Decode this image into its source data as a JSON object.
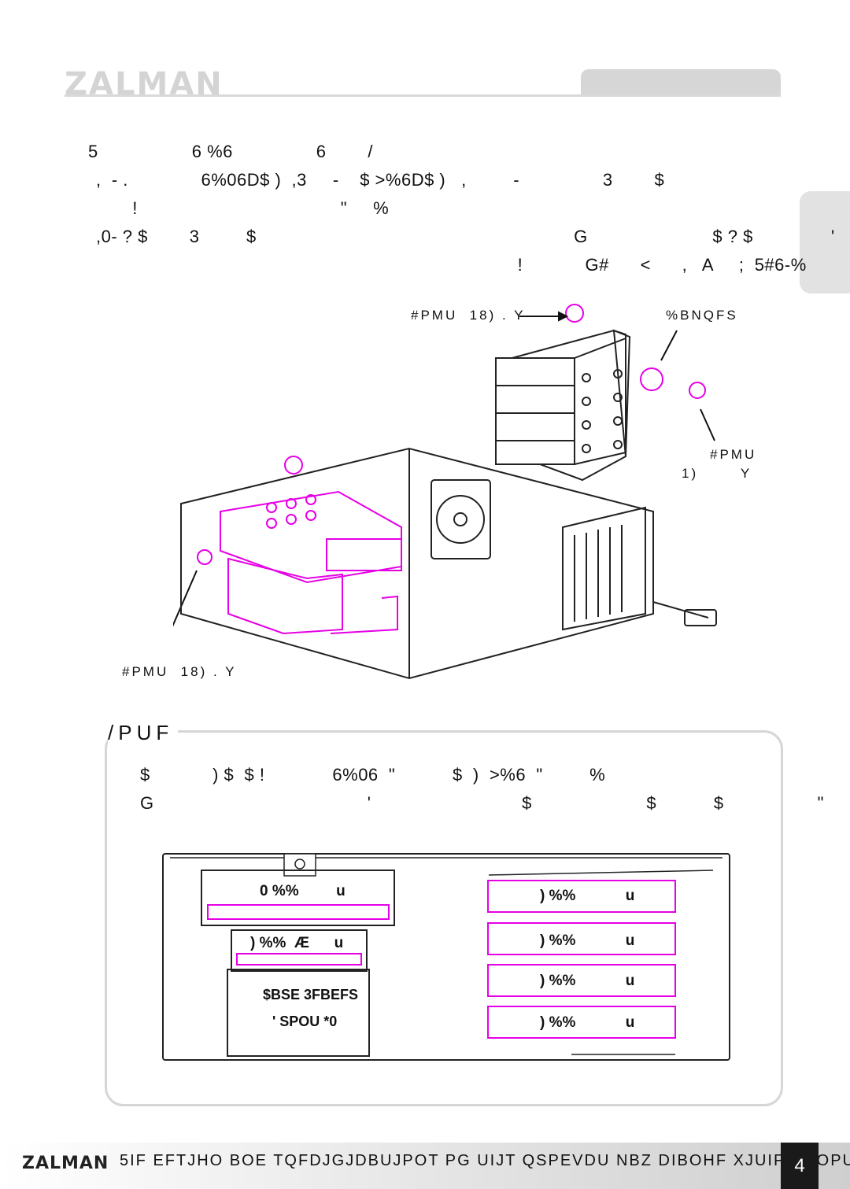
{
  "header": {
    "logo": "ZALMAN"
  },
  "body_lines": [
    "5                  6 %6                6        /",
    ",  - .              6%06D$ )  ,3     -    $ >%6D$ )   ,         -                3        $",
    "       !                                       \"     %",
    ",0- ? $        3         $                                                             G                        $ ? $               '",
    "                                                                                 !            G#      <      ,   A     ;  5#6-%"
  ],
  "figure1": {
    "label_bolt_top": "#PMU  18) . Y",
    "label_damper": "%BNQFS",
    "label_bolt_right_1": "#PMU",
    "label_bolt_right_2": "1)       Y",
    "label_bolt_bottom": "#PMU  18) . Y"
  },
  "note": {
    "title": "/PUF",
    "line1": "$            ) $  $ !             6%06  \"           $  )  >%6  \"         %",
    "line2": "G                                         '                             $                      $           $                  \"      ! %"
  },
  "figure2": {
    "odd_label": "0 %%         u",
    "hdd_e_label": ") %%  Æ      u",
    "card_reader": "$BSE 3FBEFS",
    "front_io": "' SPOU *0",
    "hdd_labels": [
      ") %%            u",
      ") %%            u",
      ") %%            u",
      ") %%            u"
    ]
  },
  "footer": {
    "logo": "ZALMAN",
    "text": "5IF EFTJHO BOE TQFDJGJDBUJPOT PG UIJT QSPEVDU NBZ DIBOHF XJUIPVU OPUJDF",
    "page": "4"
  }
}
